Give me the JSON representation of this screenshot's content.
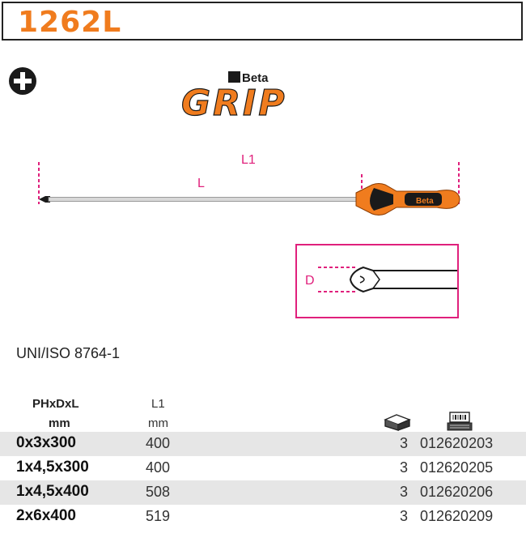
{
  "product": {
    "code": "1262L"
  },
  "logo": {
    "brand": "Beta",
    "line": "GRIP"
  },
  "icons": {
    "phillips": "phillips-cross-icon",
    "pack": "pack-box-icon",
    "barcode": "barcode-register-icon"
  },
  "dimensions": {
    "overall_label": "L1",
    "blade_label": "L",
    "tip_label": "D"
  },
  "standard": "UNI/ISO 8764-1",
  "table": {
    "headers": {
      "code_line1": "PHxDxL",
      "code_line2": "mm",
      "l1_line1": "L1",
      "l1_line2": "mm"
    },
    "rows": [
      {
        "code": "0x3x300",
        "l1": "400",
        "qty": "3",
        "article": "012620203"
      },
      {
        "code": "1x4,5x300",
        "l1": "400",
        "qty": "3",
        "article": "012620205"
      },
      {
        "code": "1x4,5x400",
        "l1": "508",
        "qty": "3",
        "article": "012620206"
      },
      {
        "code": "2x6x400",
        "l1": "519",
        "qty": "3",
        "article": "012620209"
      }
    ]
  },
  "colors": {
    "accent": "#f07c1e",
    "dimension": "#e0207c",
    "row_shade": "#e6e6e6"
  }
}
